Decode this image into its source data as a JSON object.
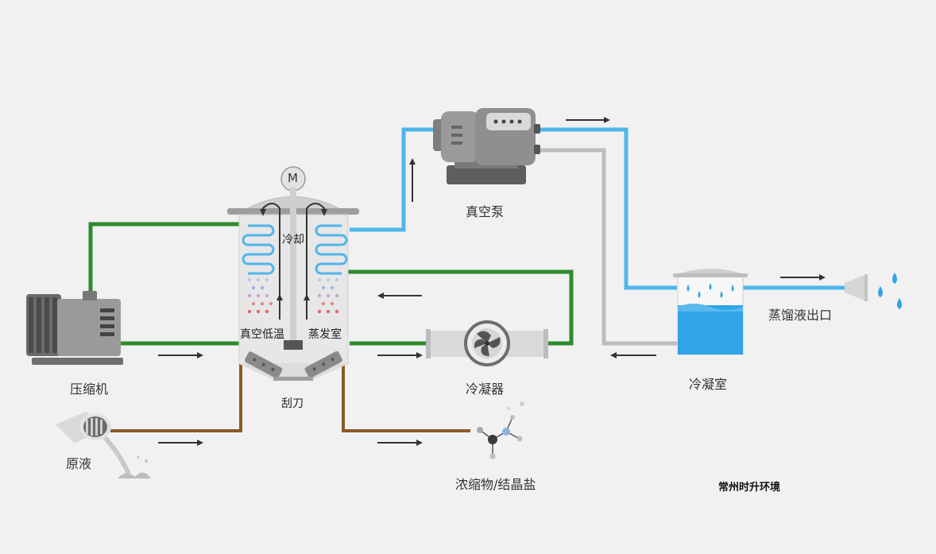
{
  "labels": {
    "motor": "M",
    "cooling": "冷却",
    "low_temp_vacuum": "真空低温",
    "evaporation_chamber": "蒸发室",
    "scraper": "刮刀",
    "vacuum_pump": "真空泵",
    "compressor": "压缩机",
    "raw_liquid": "原液",
    "condenser": "冷凝器",
    "concentrate": "浓缩物/结晶盐",
    "condensate_chamber": "冷凝室",
    "distillate_outlet": "蒸馏液出口"
  },
  "watermark": "常州时升环境",
  "colors": {
    "green_pipe": "#2e8b2e",
    "blue_pipe": "#4fb6ea",
    "grey_pipe": "#bdbdbd",
    "brown_pipe": "#8b5a2b",
    "water": "#2fa4e7",
    "machine": "#8a8a8a"
  }
}
